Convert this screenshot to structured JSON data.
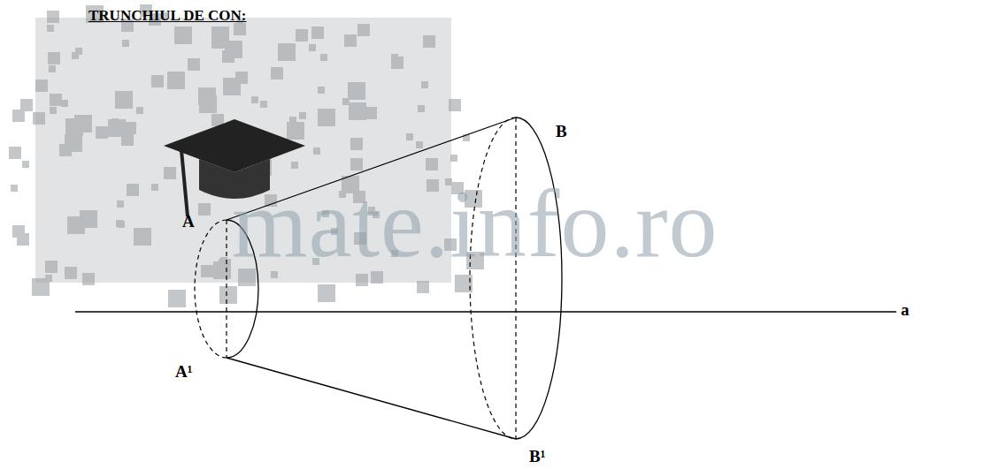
{
  "diagram": {
    "title": "TRUNCHIUL DE CON:",
    "labels": [
      "A",
      "A¹",
      "B",
      "B¹",
      "a",
      "mate.info.ro"
    ]
  }
}
